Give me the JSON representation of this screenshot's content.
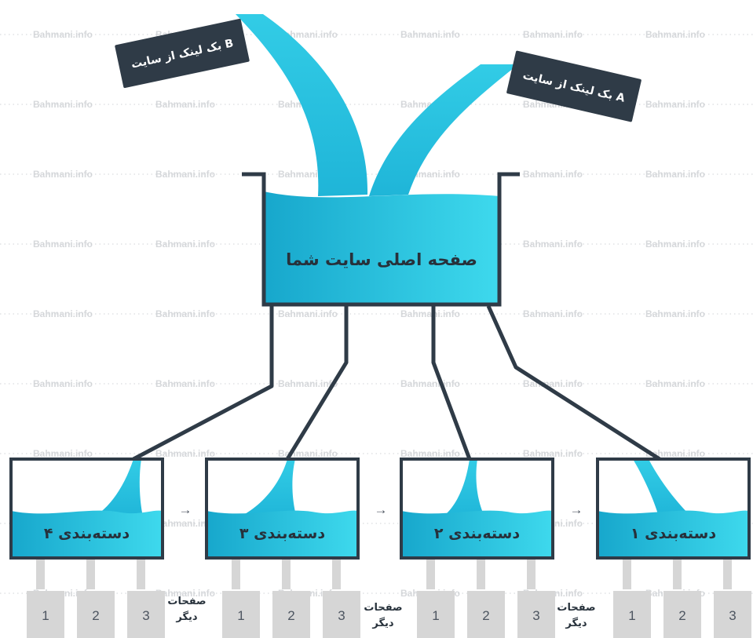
{
  "watermark": "Bahmani.info",
  "backlinks": [
    {
      "label": "بک لینک از سایت B"
    },
    {
      "label": "بک لینک از سایت A"
    }
  ],
  "main_page": {
    "label": "صفحه اصلی سایت شما"
  },
  "categories": [
    {
      "label": "دسته‌بندی ۴",
      "pages": [
        "1",
        "2",
        "3"
      ]
    },
    {
      "label": "دسته‌بندی ۳",
      "pages": [
        "1",
        "2",
        "3"
      ]
    },
    {
      "label": "دسته‌بندی ۲",
      "pages": [
        "1",
        "2",
        "3"
      ]
    },
    {
      "label": "دسته‌بندی ۱",
      "pages": [
        "1",
        "2",
        "3"
      ]
    }
  ],
  "other_pages": [
    {
      "line1": "صفحات",
      "line2": "دیگر"
    },
    {
      "line1": "صفحات",
      "line2": "دیگر"
    },
    {
      "line1": "صفحات",
      "line2": "دیگر"
    }
  ],
  "arrows": [
    "→",
    "→",
    "→"
  ],
  "colors": {
    "water_dark": "#1aaed1",
    "water_light": "#3dd8ec",
    "outline": "#2f3b47",
    "tag_bg": "#2f3b47",
    "page_box": "#d6d6d6"
  }
}
